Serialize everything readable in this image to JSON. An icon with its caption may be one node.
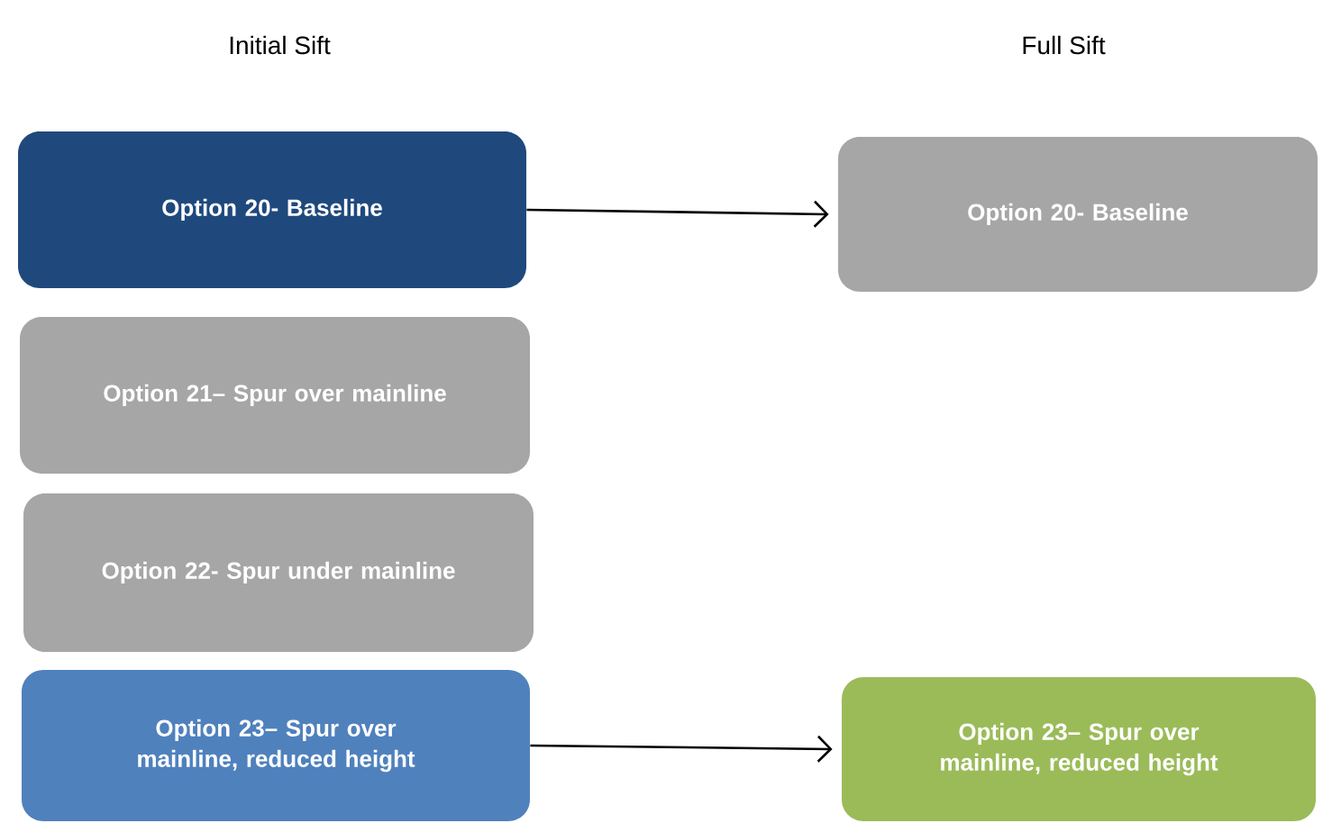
{
  "diagram": {
    "nodes": [
      {
        "text": [
          "Option 20- Baseline"
        ]
      },
      {
        "text": [
          "Option 20- Baseline"
        ]
      },
      {
        "text": [
          "Option  21– Spur over mainline"
        ]
      },
      {
        "text": [
          "Option 22-  Spur under mainline"
        ]
      },
      {
        "text": [
          "Option 23– Spur over mainline, reduced height"
        ]
      },
      {
        "text": [
          "Option 23– Spur over mainline, reduced height"
        ]
      }
    ],
    "edges": [
      {
        "from": 0,
        "to": 1,
        "arrow": "to"
      },
      {
        "from": 4,
        "to": 5,
        "arrow": "to"
      }
    ],
    "labels": [
      "Initial Sift",
      "Full Sift"
    ]
  }
}
